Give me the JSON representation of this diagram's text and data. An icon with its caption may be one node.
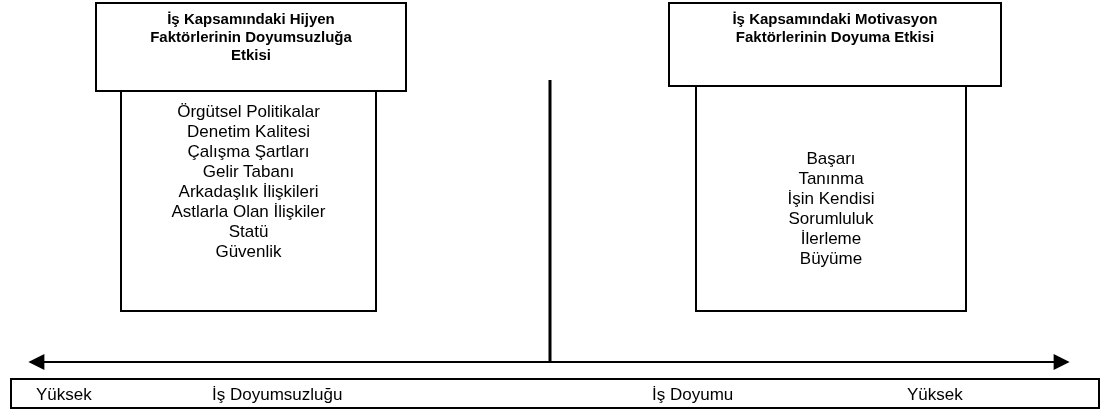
{
  "diagram": {
    "nodes": [
      {
        "text": [
          "İş Kapsamındaki Hijyen Faktörlerinin Doyumsuzluğa Etkisi"
        ]
      },
      {
        "text": [
          "Örgütsel Politikalar",
          "Denetim Kalitesi",
          "Çalışma Şartları",
          "Gelir Tabanı",
          "Arkadaşlık İlişkileri",
          "Astlarla Olan İlişkiler",
          "Statü",
          "Güvenlik"
        ]
      },
      {
        "text": [
          "İş Kapsamındaki Motivasyon Faktörlerinin Doyuma Etkisi"
        ]
      },
      {
        "text": [
          "Başarı",
          "Tanınma",
          "İşin Kendisi",
          "Sorumluluk",
          "İlerleme",
          "Büyüme"
        ]
      },
      {
        "text": [
          "Yüksek",
          "İş Doyumsuzluğu",
          "İş Doyumu",
          "Yüksek"
        ]
      }
    ]
  }
}
